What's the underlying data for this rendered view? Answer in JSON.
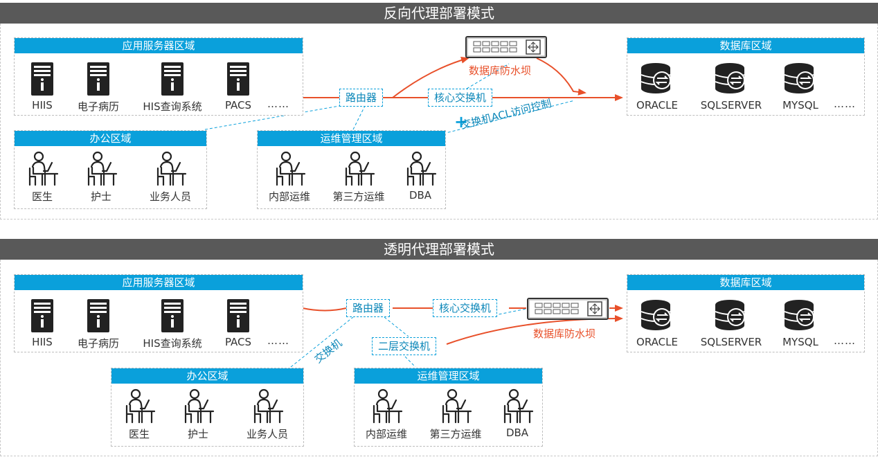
{
  "top": {
    "title": "反向代理部署模式",
    "app_zone": {
      "title": "应用服务器区域",
      "items": [
        "HIIS",
        "电子病历",
        "HIS查询系统",
        "PACS"
      ],
      "more": "……"
    },
    "db_zone": {
      "title": "数据库区域",
      "items": [
        "ORACLE",
        "SQLSERVER",
        "MYSQL"
      ],
      "more": "……"
    },
    "office_zone": {
      "title": "办公区域",
      "items": [
        "医生",
        "护士",
        "业务人员"
      ]
    },
    "ops_zone": {
      "title": "运维管理区域",
      "items": [
        "内部运维",
        "第三方运维",
        "DBA"
      ]
    },
    "router": "路由器",
    "core_switch": "核心交换机",
    "firewall": "数据库防水坝",
    "acl": "交换机ACL访问控制",
    "acl_plus": "+"
  },
  "bottom": {
    "title": "透明代理部署模式",
    "app_zone": {
      "title": "应用服务器区域",
      "items": [
        "HIIS",
        "电子病历",
        "HIS查询系统",
        "PACS"
      ],
      "more": "……"
    },
    "db_zone": {
      "title": "数据库区域",
      "items": [
        "ORACLE",
        "SQLSERVER",
        "MYSQL"
      ],
      "more": "……"
    },
    "office_zone": {
      "title": "办公区域",
      "items": [
        "医生",
        "护士",
        "业务人员"
      ]
    },
    "ops_zone": {
      "title": "运维管理区域",
      "items": [
        "内部运维",
        "第三方运维",
        "DBA"
      ]
    },
    "router": "路由器",
    "core_switch": "核心交换机",
    "l2_switch": "二层交换机",
    "switch_label": "交换机",
    "firewall": "数据库防水坝"
  },
  "colors": {
    "accent": "#0aa0db",
    "flow": "#e8502a",
    "bar": "#595959"
  },
  "icons": {
    "server": "server-icon",
    "database": "database-icon",
    "person": "person-at-desk-icon",
    "firewall": "firewall-appliance-icon"
  }
}
